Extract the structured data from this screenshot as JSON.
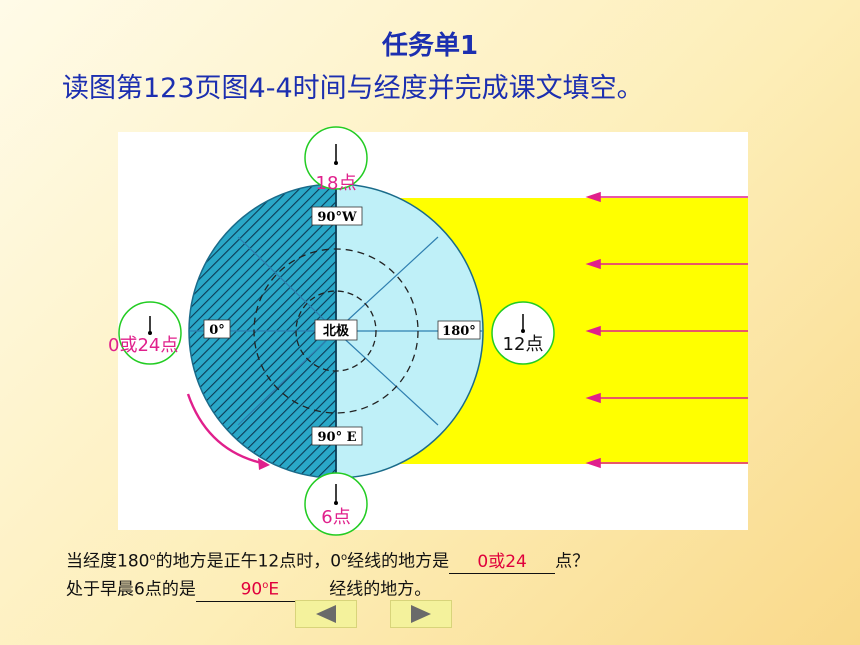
{
  "title": "任务单1",
  "subtitle": "读图第123页图4-4时间与经度并完成课文填空。",
  "diagram": {
    "longitudes": {
      "top": "90°W",
      "left": "0°",
      "right": "180°",
      "bottom": "90° E"
    },
    "center": "北极",
    "clocks": {
      "top": "18点",
      "left": "0或24点",
      "right": "12点",
      "bottom": "6点"
    }
  },
  "question": {
    "line1_pre": "当经度180",
    "line1_sup": "o",
    "line1_mid": "的地方是正午12点时，0",
    "line1_sup2": "o",
    "line1_mid2": "经线的地方是",
    "answer1": "0或24",
    "line1_post": "点？",
    "line2_pre": "处于早晨6点的是",
    "answer2_main": "90",
    "answer2_sup": "o",
    "answer2_tail": "E",
    "line2_post": " 经线的地方。"
  },
  "colors": {
    "title": "#1c2fb0",
    "sun": "#ffff00",
    "arrow": "#e0208c",
    "day": "#bff0f8",
    "night": "#2aa8c8",
    "answer": "#e0003c",
    "clock": "#22cc22"
  },
  "nav": {
    "prev_icon": "triangle-left-icon",
    "next_icon": "triangle-right-icon"
  }
}
